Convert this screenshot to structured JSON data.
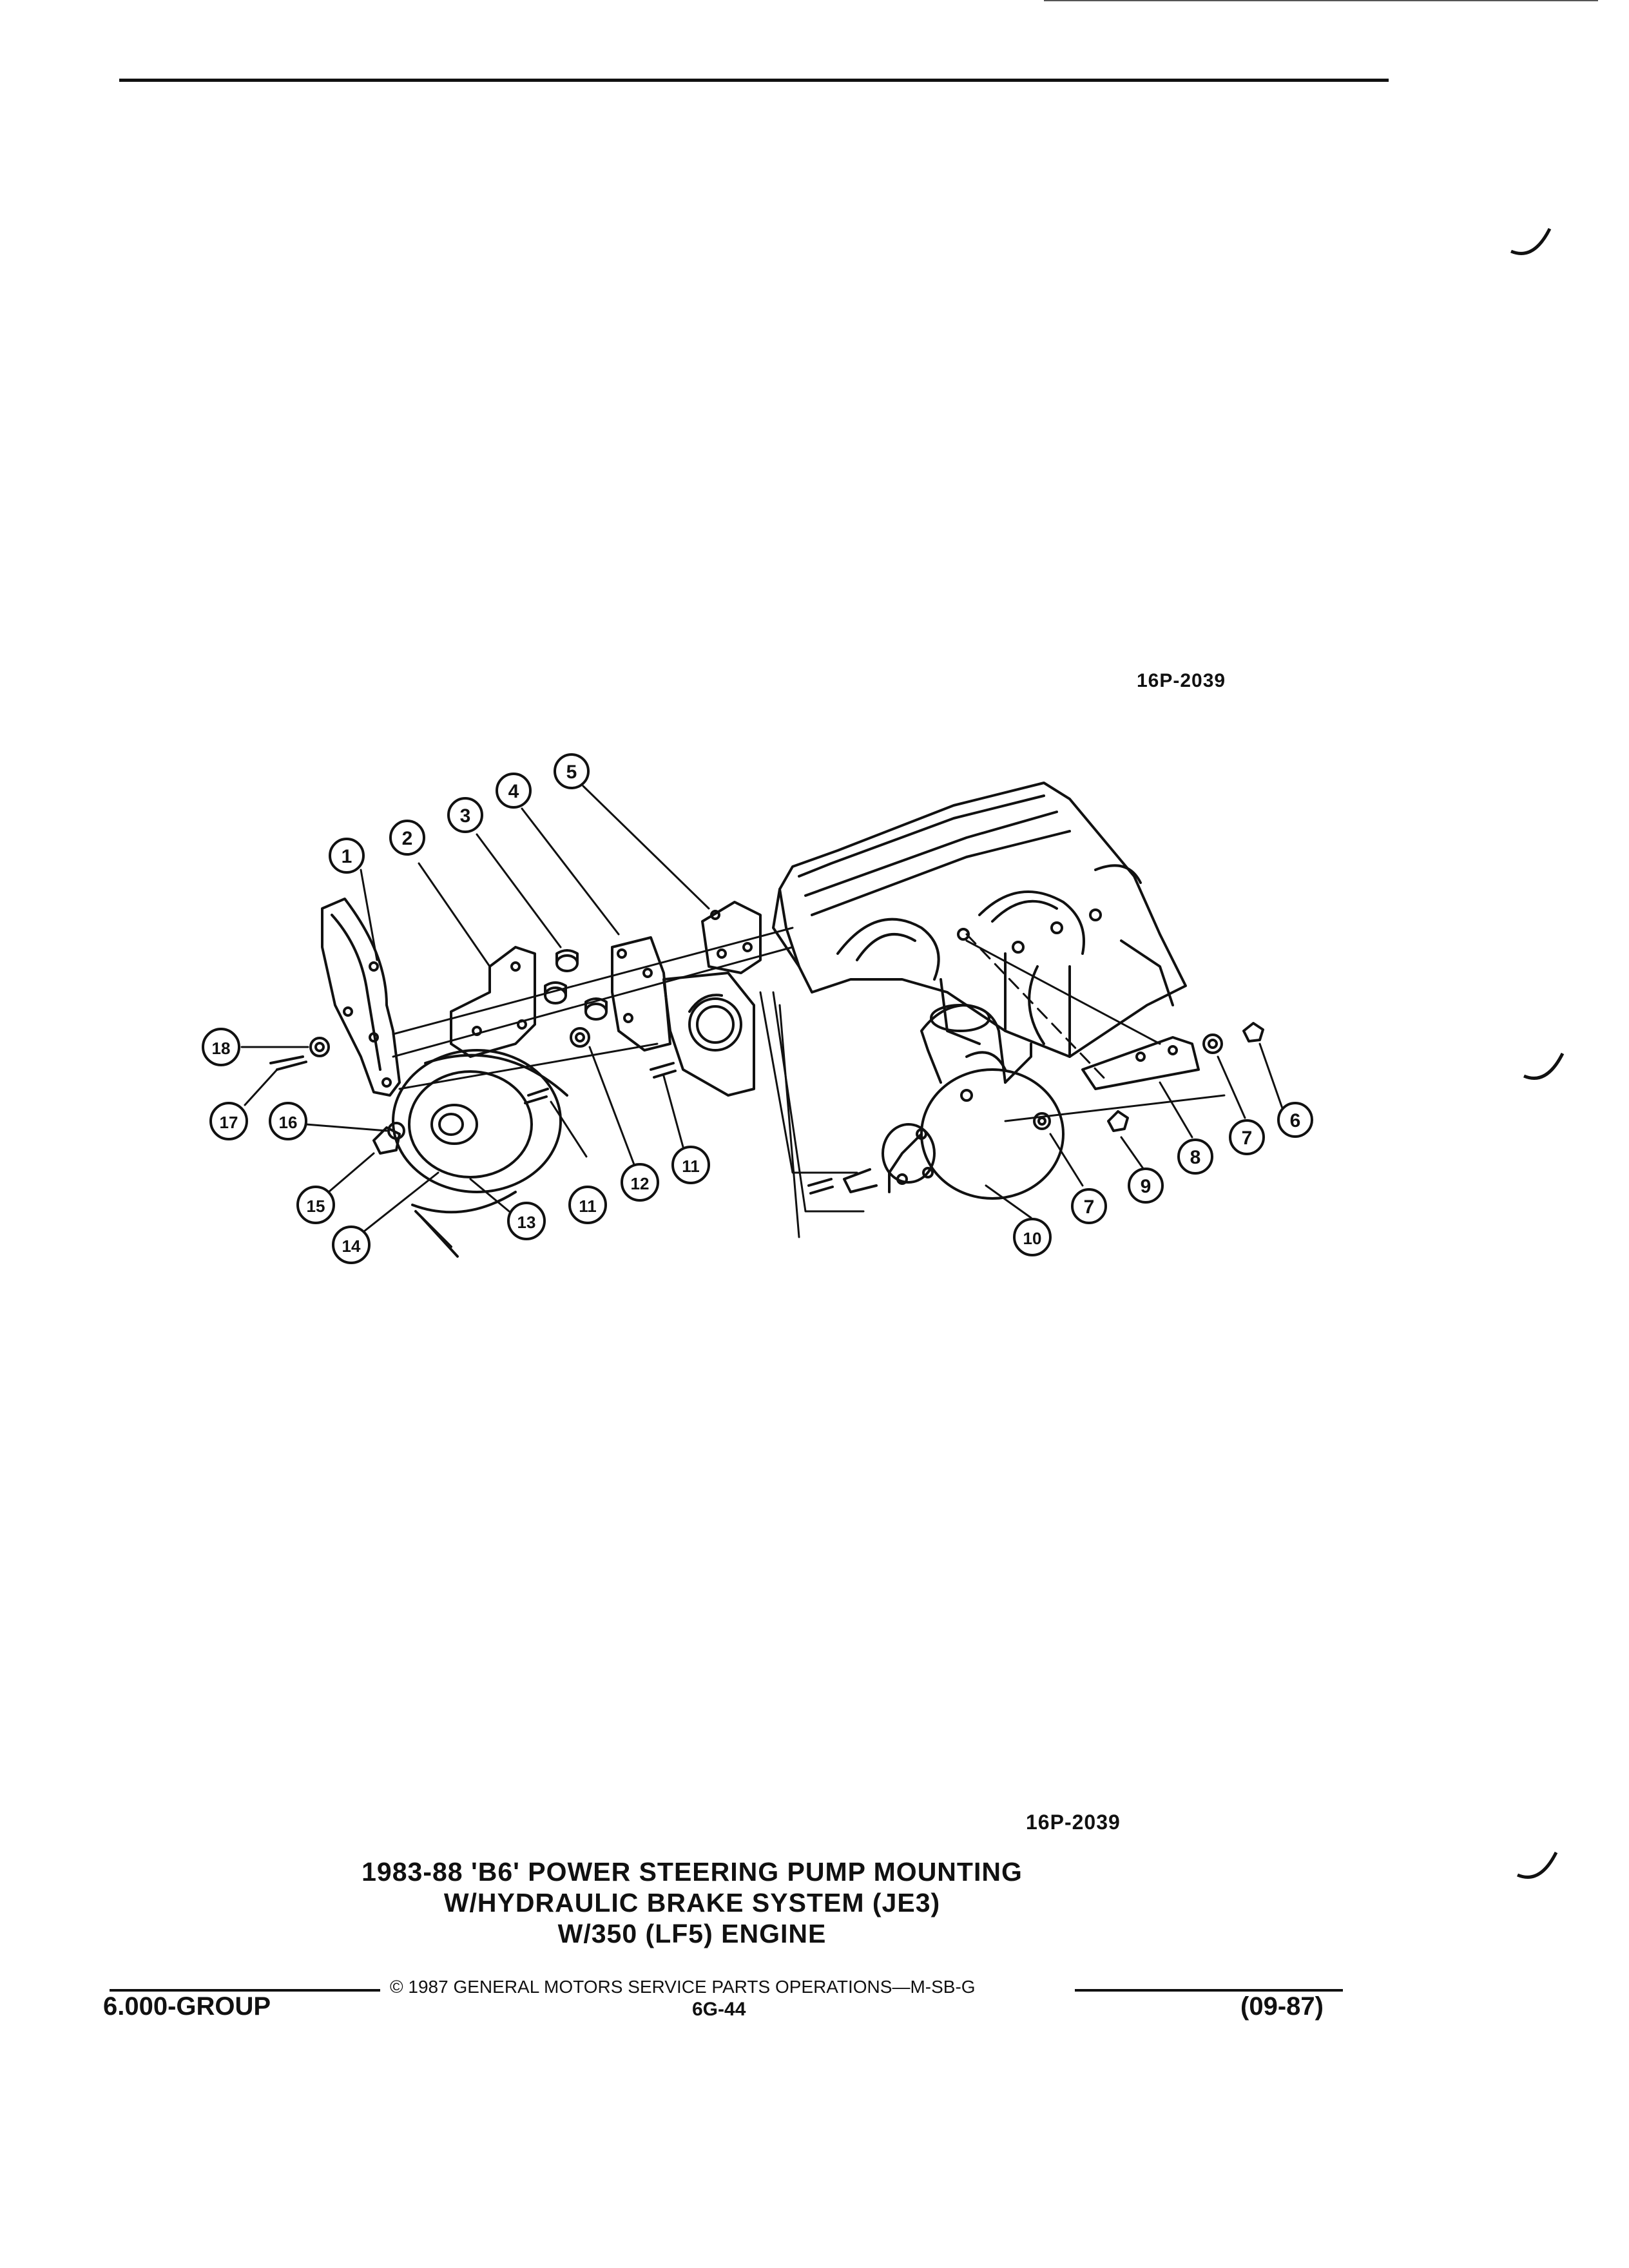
{
  "figure": {
    "code_top": "16P-2039",
    "code_bottom": "16P-2039",
    "callouts": [
      "1",
      "2",
      "3",
      "4",
      "5",
      "6",
      "7",
      "7",
      "8",
      "9",
      "10",
      "11",
      "11",
      "12",
      "13",
      "14",
      "15",
      "16",
      "17",
      "18"
    ]
  },
  "caption": {
    "line1": "1983-88 'B6' POWER STEERING PUMP MOUNTING",
    "line2": "W/HYDRAULIC BRAKE SYSTEM (JE3)",
    "line3": "W/350 (LF5) ENGINE"
  },
  "footer": {
    "copyright": "© 1987  GENERAL MOTORS SERVICE PARTS OPERATIONS—M-SB-G",
    "group": "6.000-GROUP",
    "page": "6G-44",
    "date": "(09-87)"
  }
}
